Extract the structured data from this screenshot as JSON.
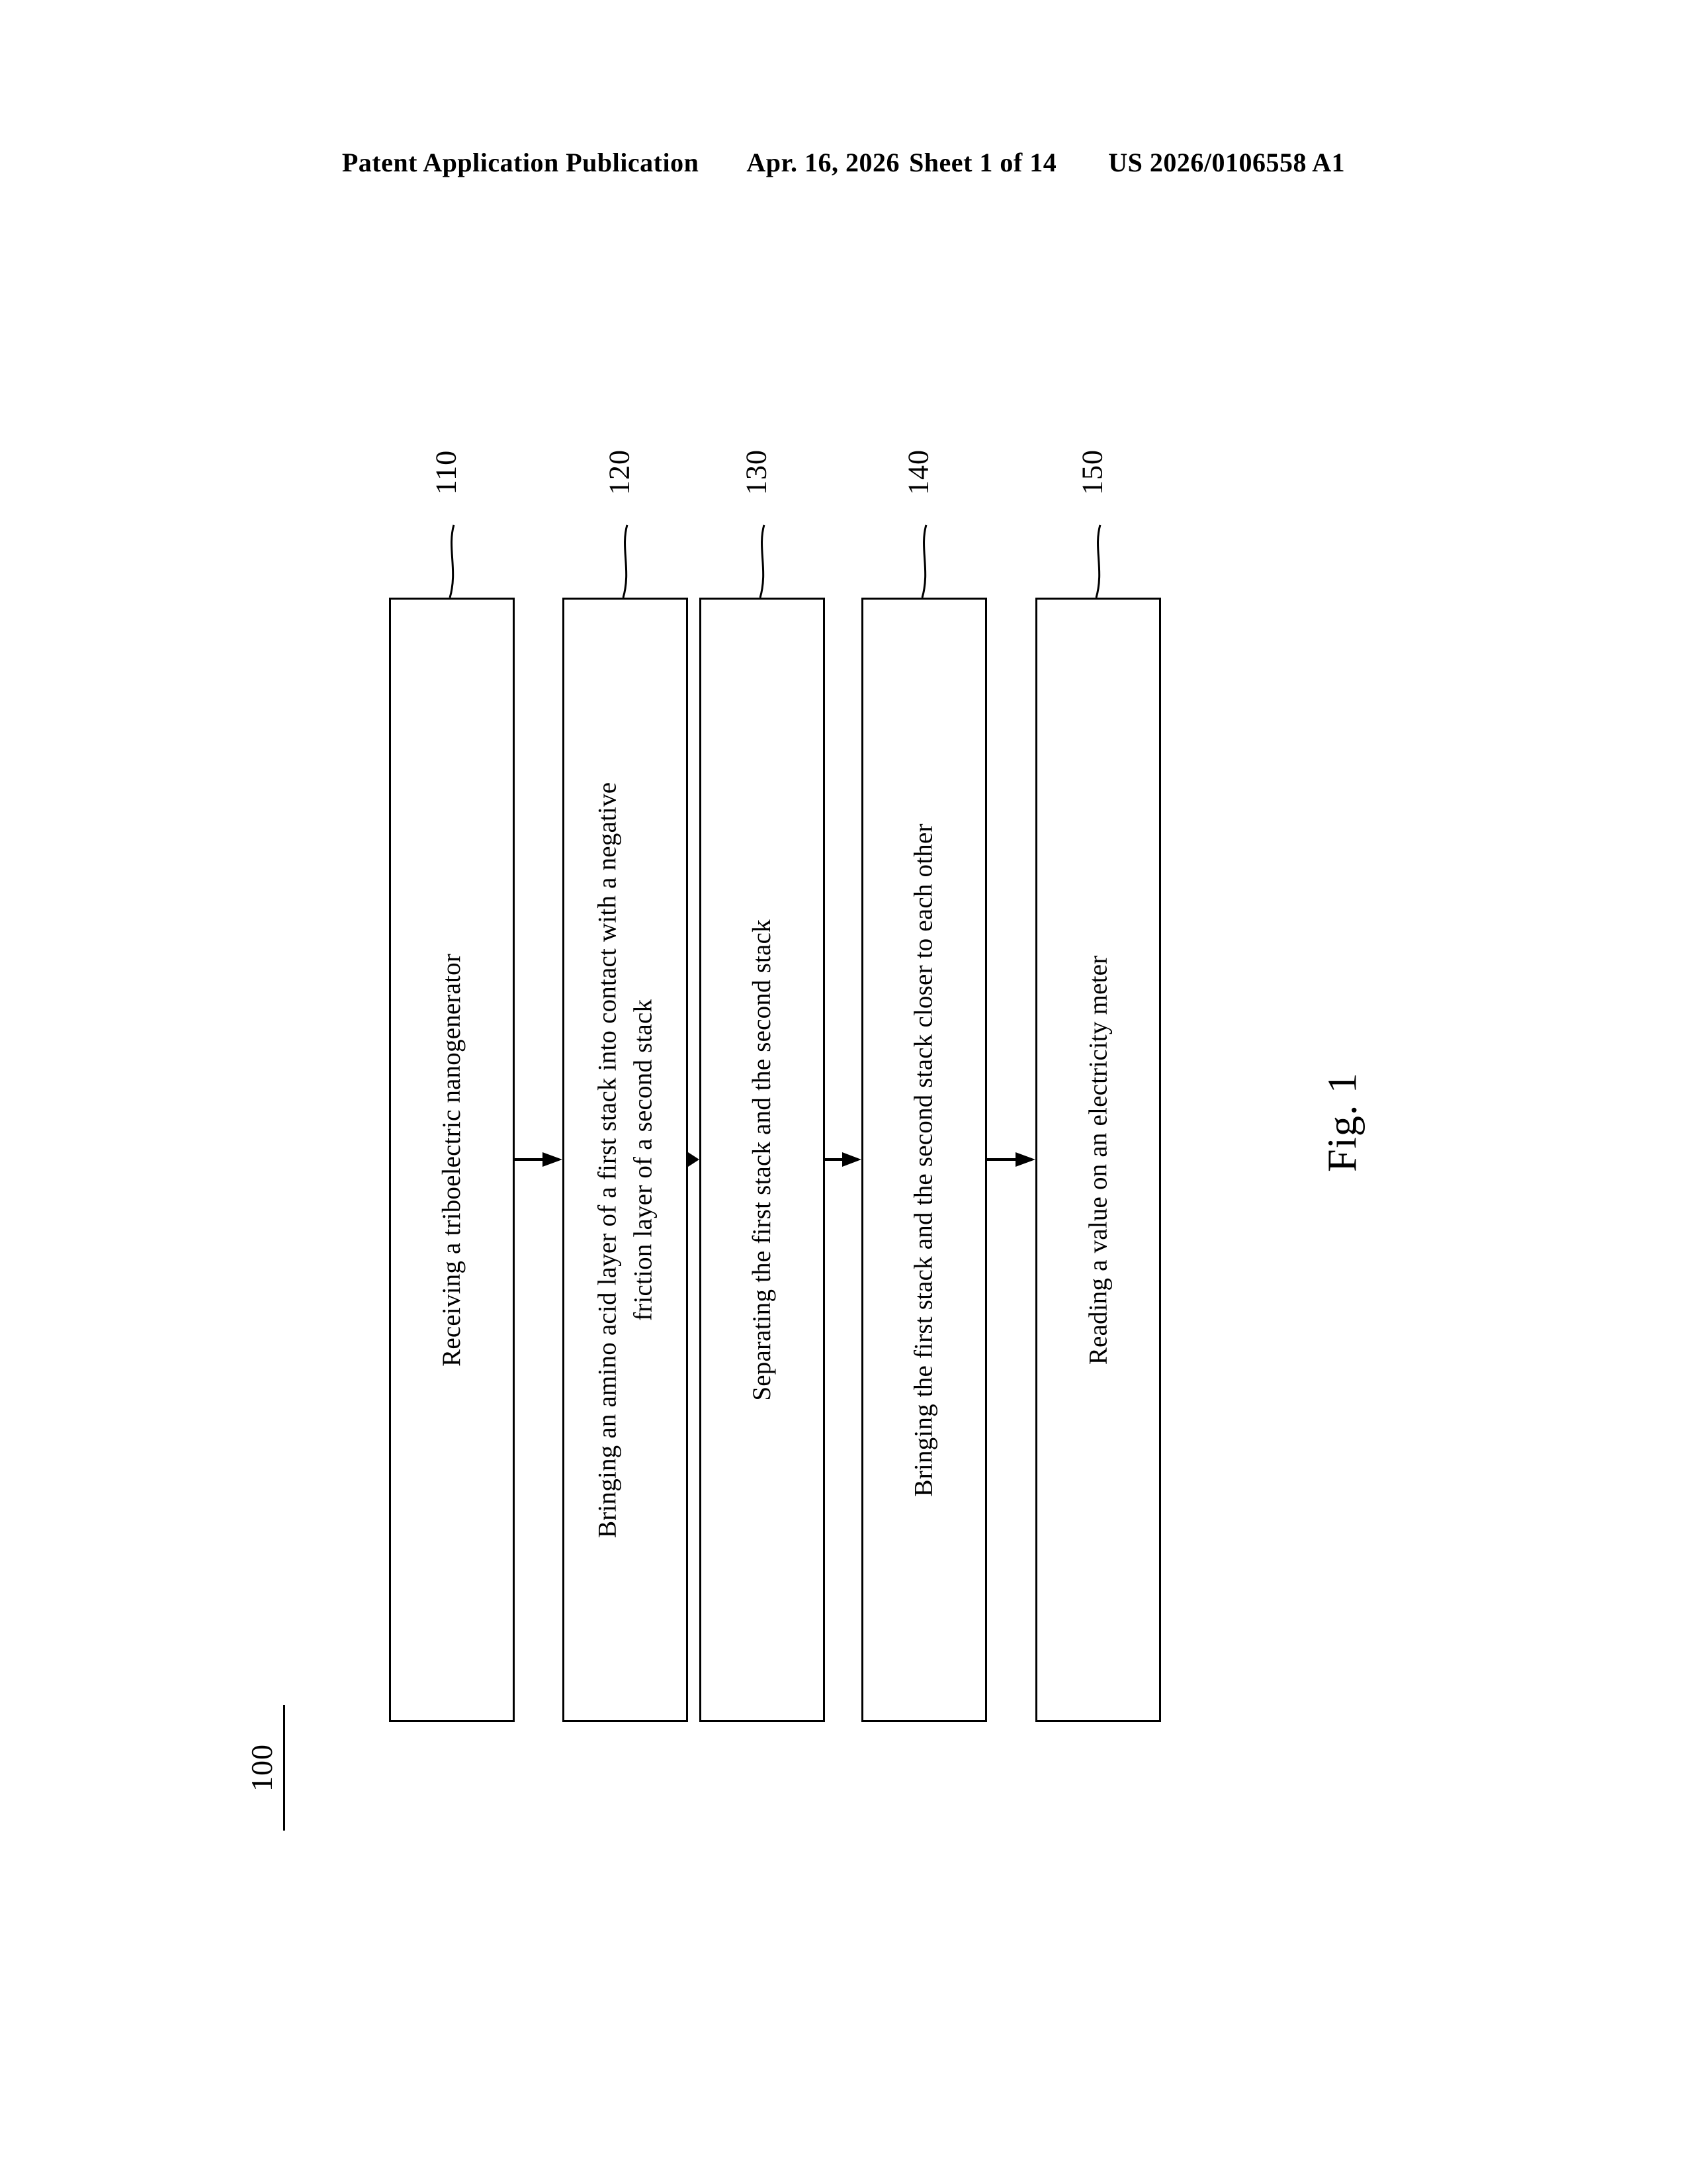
{
  "header": {
    "publication": "Patent Application Publication",
    "date": "Apr. 16, 2026",
    "sheet": "Sheet 1 of 14",
    "patent_number": "US 2026/0106558 A1"
  },
  "figure": {
    "caption": "Fig. 1",
    "system_numeral": "100",
    "orientation": "rotated-90-ccw",
    "steps": [
      {
        "numeral": "110",
        "line1": "Receiving a triboelectric nanogenerator",
        "line2": ""
      },
      {
        "numeral": "120",
        "line1": "Bringing an amino acid layer of a first stack into contact with a negative",
        "line2": "friction layer of a second stack"
      },
      {
        "numeral": "130",
        "line1": "Separating the first stack and the second stack",
        "line2": ""
      },
      {
        "numeral": "140",
        "line1": "Bringing the first stack and the second stack closer to each other",
        "line2": ""
      },
      {
        "numeral": "150",
        "line1": "Reading a value on an electricity meter",
        "line2": ""
      }
    ]
  }
}
